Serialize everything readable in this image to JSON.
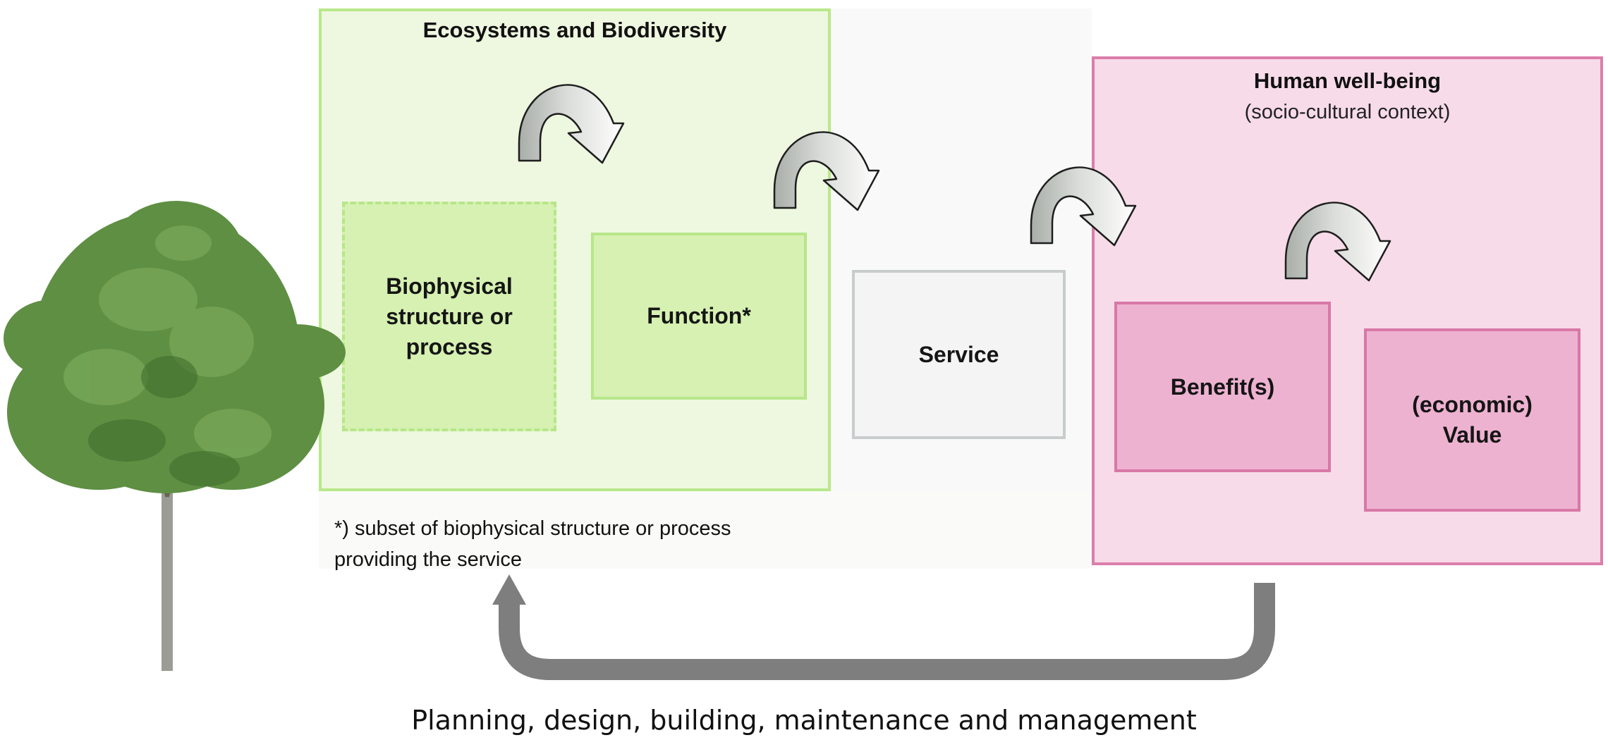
{
  "ecosystems": {
    "title": "Ecosystems and Biodiversity",
    "biophysical": "Biophysical\nstructure or\nprocess",
    "function": "Function*"
  },
  "service": "Service",
  "human": {
    "title": "Human well-being",
    "subtitle": "(socio-cultural context)",
    "benefits": "Benefit(s)",
    "value": "(economic)\nValue"
  },
  "footnote": "*) subset of biophysical structure or process\nproviding the service",
  "caption": "Planning, design, building, maintenance and management",
  "colors": {
    "ecosystem_fill": "#eef7df",
    "ecosystem_border": "#b9e88a",
    "human_fill": "#f7dbe8",
    "human_border": "#db7eaa",
    "feedback_arrow": "#7e7e7e"
  },
  "icons": [
    "tree-illustration",
    "curved-arrow-icon",
    "feedback-arrow-icon"
  ]
}
